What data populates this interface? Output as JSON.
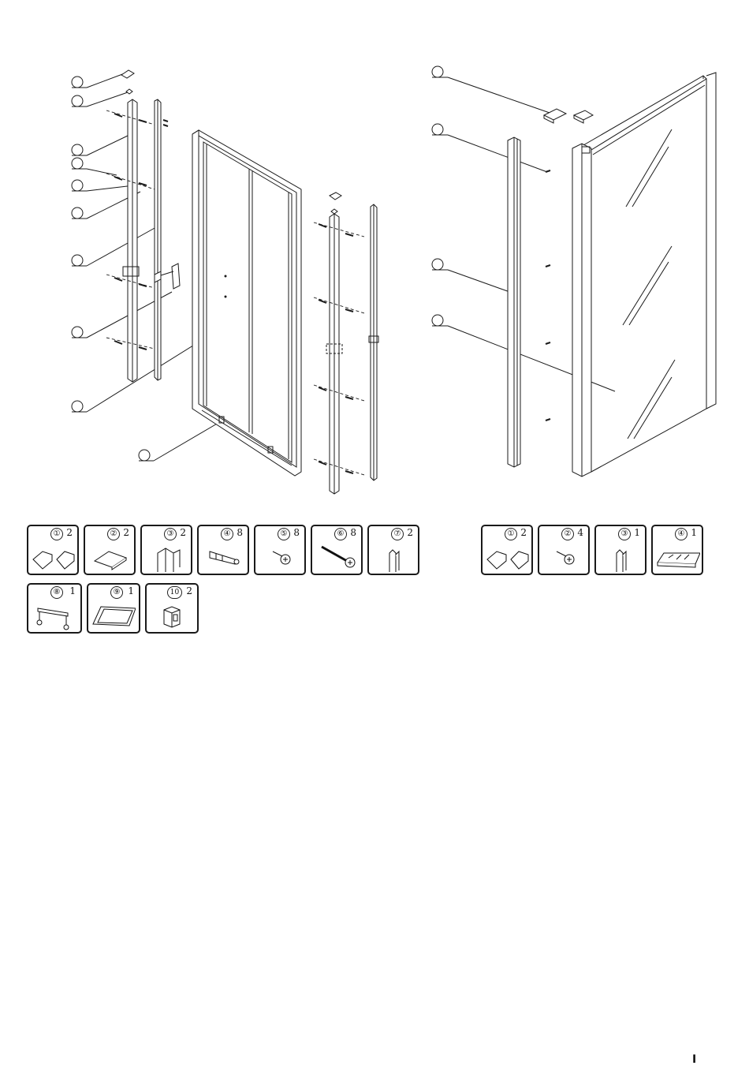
{
  "left_parts": [
    {
      "number": "①",
      "qty": "2",
      "icon": "corner-cap-pair-icon"
    },
    {
      "number": "②",
      "qty": "2",
      "icon": "top-cap-icon"
    },
    {
      "number": "③",
      "qty": "2",
      "icon": "wall-profile-icon"
    },
    {
      "number": "④",
      "qty": "8",
      "icon": "wall-plug-icon"
    },
    {
      "number": "⑤",
      "qty": "8",
      "icon": "short-screw-icon"
    },
    {
      "number": "⑥",
      "qty": "8",
      "icon": "long-screw-icon"
    },
    {
      "number": "⑦",
      "qty": "2",
      "icon": "seal-strip-icon"
    },
    {
      "number": "⑧",
      "qty": "1",
      "icon": "handle-icon"
    },
    {
      "number": "⑨",
      "qty": "1",
      "icon": "door-frame-icon"
    },
    {
      "number": "10",
      "qty": "2",
      "icon": "connector-block-icon"
    }
  ],
  "right_parts": [
    {
      "number": "①",
      "qty": "2",
      "icon": "corner-cap-pair-icon"
    },
    {
      "number": "②",
      "qty": "4",
      "icon": "short-screw-icon"
    },
    {
      "number": "③",
      "qty": "1",
      "icon": "seal-strip-icon"
    },
    {
      "number": "④",
      "qty": "1",
      "icon": "glass-panel-icon"
    }
  ],
  "page_number": "I"
}
